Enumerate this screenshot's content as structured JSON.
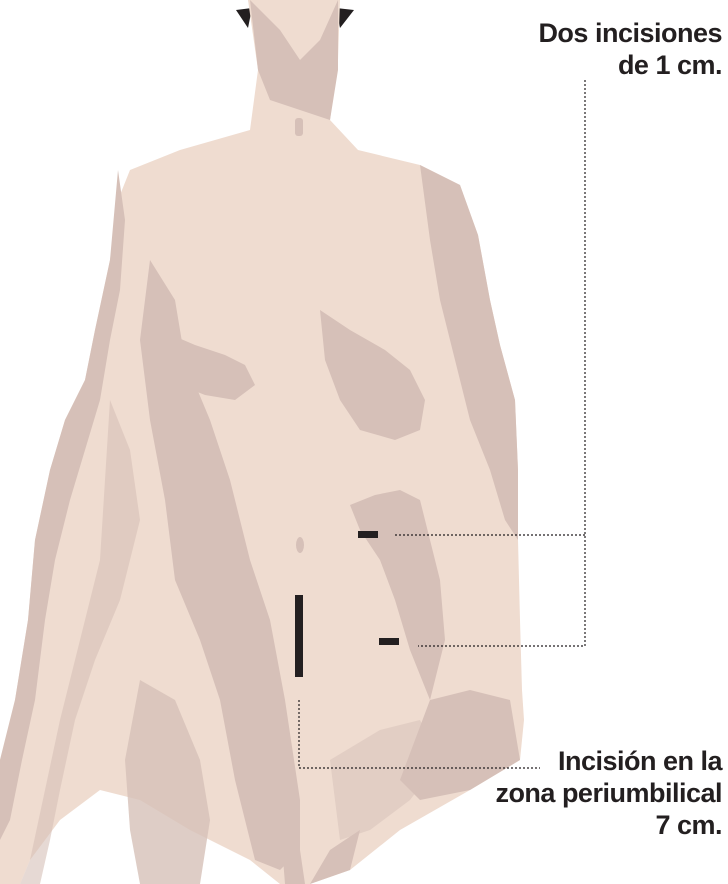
{
  "labels": {
    "top": [
      "Dos incisiones",
      "de 1 cm."
    ],
    "bottom": [
      "Incisión en la",
      "zona periumbilical",
      "7 cm."
    ]
  },
  "colors": {
    "skin": "#efdcd0",
    "shadow": "#d6c0b8",
    "incision": "#231f20",
    "text": "#231f20",
    "leader": "#231f20"
  }
}
